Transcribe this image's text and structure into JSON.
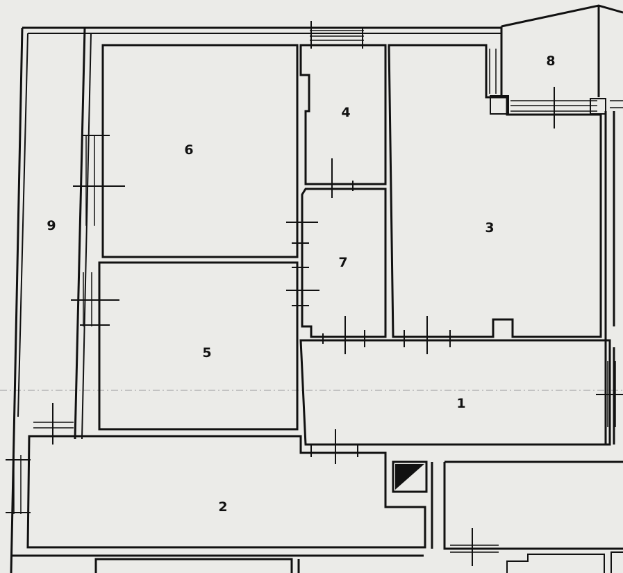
{
  "plan": {
    "rooms": [
      {
        "id": "1",
        "label": "1"
      },
      {
        "id": "2",
        "label": "2"
      },
      {
        "id": "3",
        "label": "3"
      },
      {
        "id": "4",
        "label": "4"
      },
      {
        "id": "5",
        "label": "5"
      },
      {
        "id": "6",
        "label": "6"
      },
      {
        "id": "7",
        "label": "7"
      },
      {
        "id": "8",
        "label": "8"
      },
      {
        "id": "9",
        "label": "9"
      }
    ]
  }
}
